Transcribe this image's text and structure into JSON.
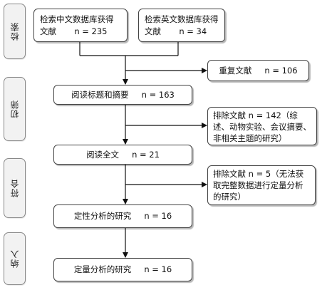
{
  "stages": [
    {
      "label": "检索"
    },
    {
      "label": "初筛"
    },
    {
      "label": "符合"
    },
    {
      "label": "纳入"
    }
  ],
  "boxes": {
    "search_cn": {
      "line1": "检索中文数据库获得",
      "line2": "文献",
      "count": "n = 235"
    },
    "search_en": {
      "line1": "检索英文数据库获得",
      "line2": "文献",
      "count": "n = 34"
    },
    "duplicates": {
      "label": "重复文献",
      "count": "n = 106"
    },
    "screen_title": {
      "label": "阅读标题和摘要",
      "count": "n = 163"
    },
    "exclude1": {
      "text": "排除文献 n = 142（综述、动物实验、会议摘要、非相关主题的研究）"
    },
    "fulltext": {
      "label": "阅读全文",
      "count": "n = 21"
    },
    "exclude2": {
      "text": "排除文献 n = 5（无法获取完整数据进行定量分析的研究）"
    },
    "qualitative": {
      "label": "定性分析的研究",
      "count": "n = 16"
    },
    "quantitative": {
      "label": "定量分析的研究",
      "count": "n = 16"
    }
  }
}
